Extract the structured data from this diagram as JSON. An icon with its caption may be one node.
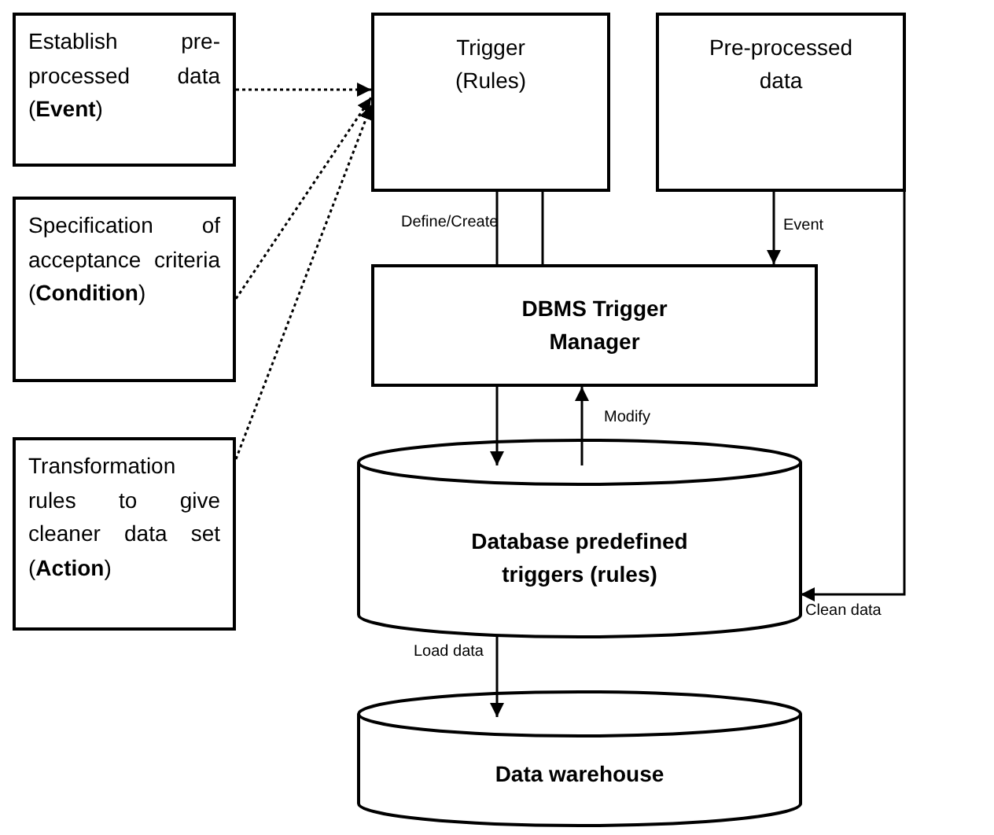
{
  "diagram": {
    "nodes": [
      {
        "text": [
          "Establish pre-processed data (**Event**)"
        ]
      },
      {
        "text": [
          "Specification of acceptance criteria (**Condition**)"
        ]
      },
      {
        "text": [
          "Transformation rules to give cleaner data set (**Action**)"
        ]
      },
      {
        "text": [
          "Trigger (Rules)"
        ]
      },
      {
        "text": [
          "Pre-processed data"
        ]
      },
      {
        "text": [
          "DBMS Trigger Manager"
        ]
      },
      {
        "text": [
          "Database predefined triggers (rules)"
        ]
      },
      {
        "text": [
          "Data warehouse"
        ]
      }
    ],
    "edges": [
      {
        "from": 0,
        "to": 3,
        "arrow": "to",
        "style": "dashed"
      },
      {
        "from": 1,
        "to": 3,
        "arrow": "to",
        "style": "dashed"
      },
      {
        "from": 2,
        "to": 3,
        "arrow": "to",
        "style": "dashed"
      },
      {
        "from": 3,
        "to": 5,
        "arrow": "none",
        "label": "Define/Create"
      },
      {
        "from": 3,
        "to": 5,
        "arrow": "none"
      },
      {
        "from": 4,
        "to": 5,
        "arrow": "to",
        "label": "Event"
      },
      {
        "from": 5,
        "to": 6,
        "arrow": "to"
      },
      {
        "from": 6,
        "to": 5,
        "arrow": "to",
        "label": "Modify"
      },
      {
        "from": 4,
        "to": 6,
        "arrow": "to",
        "label": "Clean data"
      },
      {
        "from": 6,
        "to": 7,
        "arrow": "to",
        "label": "Load data"
      }
    ]
  }
}
